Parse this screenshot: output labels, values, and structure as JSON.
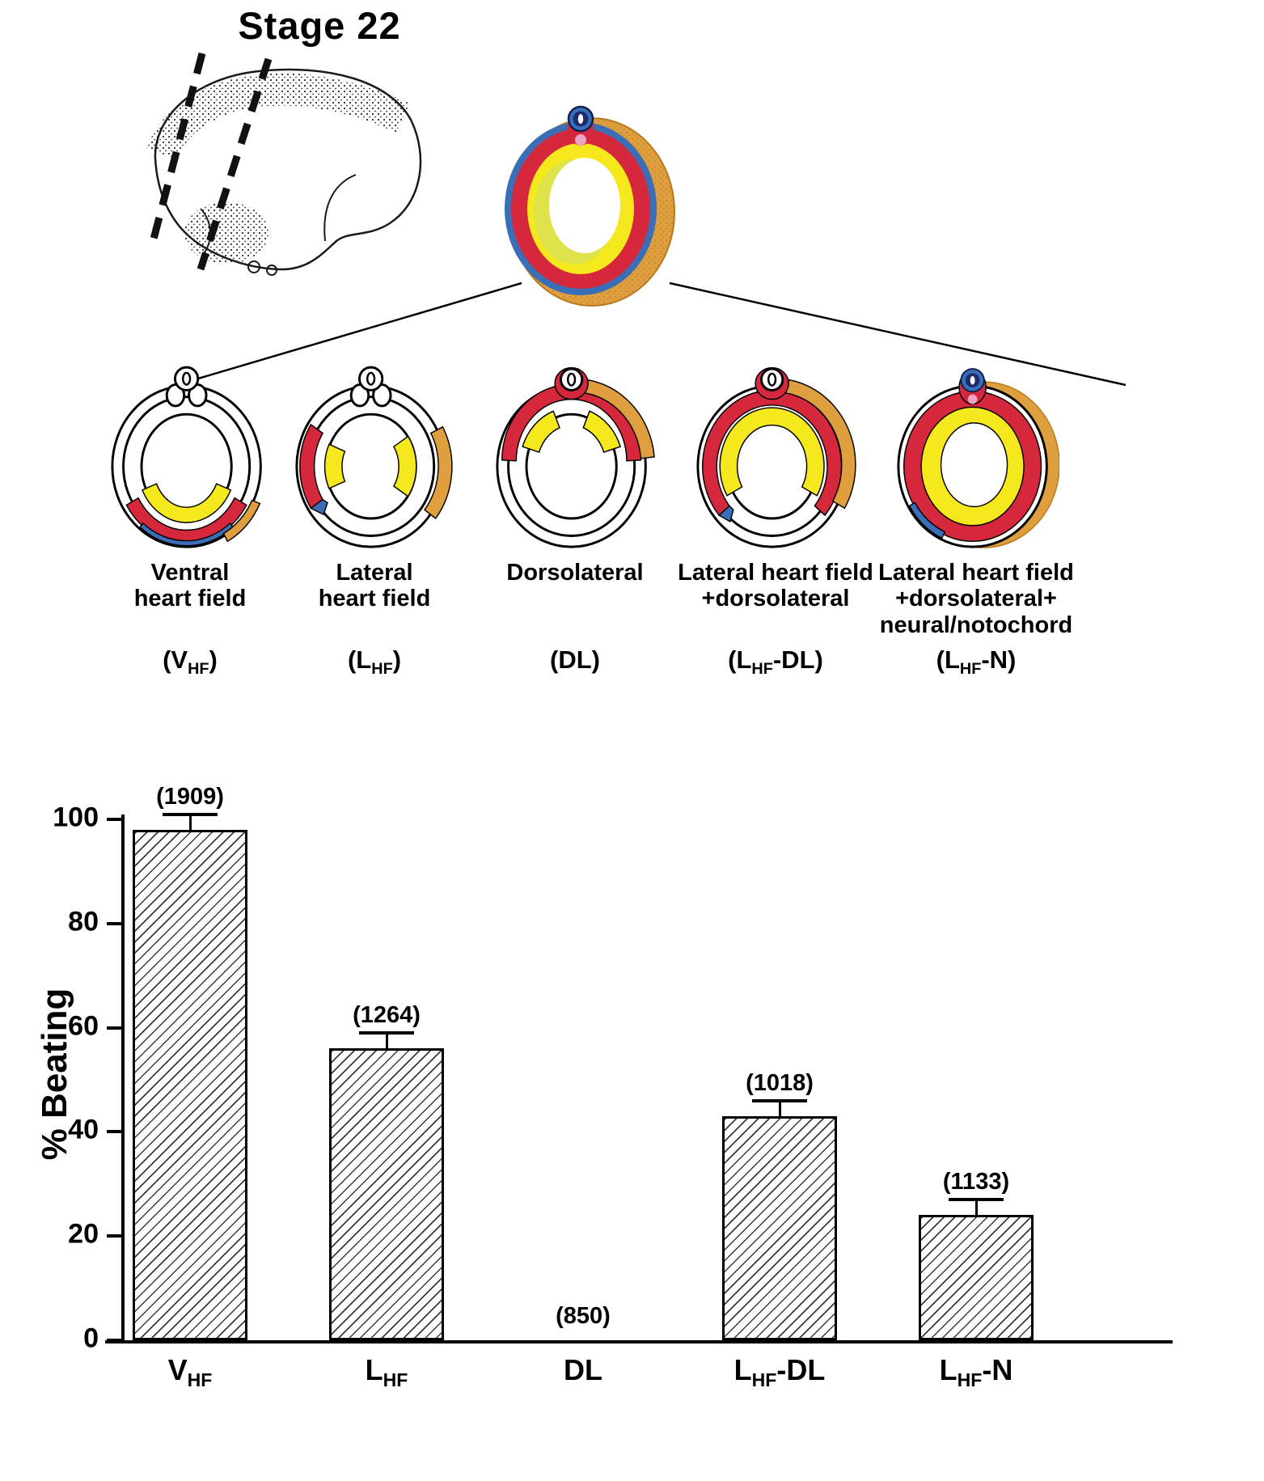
{
  "header": {
    "stage_label": "Stage 22"
  },
  "panels": [
    {
      "name": "Ventral\nheart field",
      "abbr_pre": "(V",
      "abbr_sub": "HF",
      "abbr_post": ")"
    },
    {
      "name": "Lateral\nheart field",
      "abbr_pre": "(L",
      "abbr_sub": "HF",
      "abbr_post": ")"
    },
    {
      "name": "Dorsolateral",
      "abbr_pre": "(DL)",
      "abbr_sub": "",
      "abbr_post": ""
    },
    {
      "name": "Lateral heart field\n+dorsolateral",
      "abbr_pre": "(L",
      "abbr_sub": "HF",
      "abbr_post": "-DL)"
    },
    {
      "name": "Lateral heart field\n+dorsolateral+\nneural/notochord",
      "abbr_pre": "(L",
      "abbr_sub": "HF",
      "abbr_post": "-N)"
    }
  ],
  "colors": {
    "yellow": "#f5e81c",
    "yellow2": "#dfe34b",
    "red": "#d5283c",
    "blue": "#3a6fb7",
    "navy": "#1c2c6e",
    "orange": "#df9f3f",
    "pink": "#efa3c5",
    "ink": "#000000"
  },
  "chart_data": {
    "type": "bar",
    "title": "",
    "xlabel": "",
    "ylabel": "% Beating",
    "ylim": [
      0,
      100
    ],
    "yticks": [
      0,
      20,
      40,
      60,
      80,
      100
    ],
    "grid": false,
    "legend": null,
    "hatch": "diagonal",
    "categories": [
      "V_HF",
      "L_HF",
      "DL",
      "L_HF-DL",
      "L_HF-N"
    ],
    "category_parts": [
      {
        "pre": "V",
        "sub": "HF",
        "post": ""
      },
      {
        "pre": "L",
        "sub": "HF",
        "post": ""
      },
      {
        "pre": "DL",
        "sub": "",
        "post": ""
      },
      {
        "pre": "L",
        "sub": "HF",
        "post": "-DL"
      },
      {
        "pre": "L",
        "sub": "HF",
        "post": "-N"
      }
    ],
    "values": [
      98,
      56,
      0,
      43,
      24
    ],
    "sample_sizes": [
      "(1909)",
      "(1264)",
      "(850)",
      "(1018)",
      "(1133)"
    ],
    "error_caps": [
      true,
      true,
      false,
      true,
      true
    ]
  }
}
